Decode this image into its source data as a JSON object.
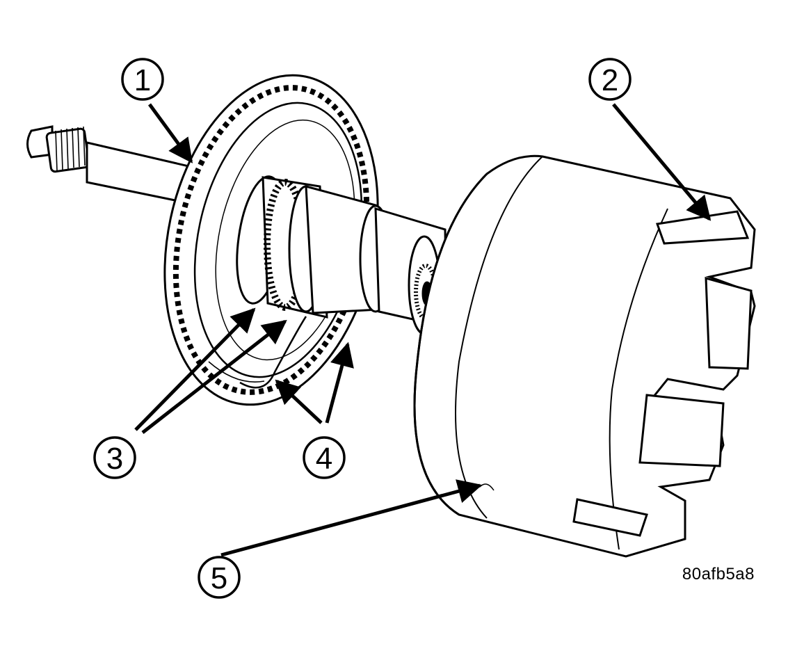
{
  "callouts": [
    {
      "id": "1",
      "label": "1"
    },
    {
      "id": "2",
      "label": "2"
    },
    {
      "id": "3",
      "label": "3"
    },
    {
      "id": "4",
      "label": "4"
    },
    {
      "id": "5",
      "label": "5"
    }
  ],
  "figure_code": "80afb5a8",
  "colors": {
    "ink": "#000000",
    "paper": "#ffffff",
    "shade": "#bdbdbd"
  }
}
